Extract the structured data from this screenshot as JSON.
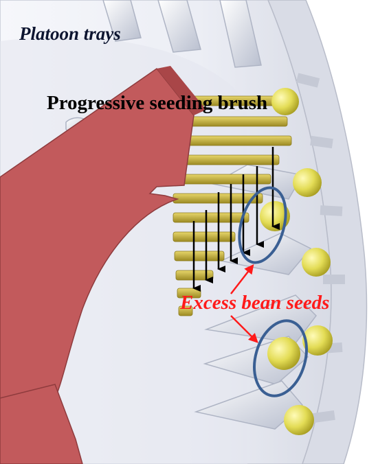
{
  "labels": {
    "platoon_trays": "Platoon trays",
    "seeding_brush": "Progressive seeding brush",
    "excess_seeds": "Excess bean seeds"
  },
  "colors": {
    "background": "#ffffff",
    "disc_light": "#eef0f6",
    "disc_shade": "#c9cdd8",
    "brush_body": "#c25a5c",
    "brush_bristles": "#c9b64a",
    "seed": "#e4de5a",
    "arrow": "#000000",
    "highlight_ellipse": "#3a5f93",
    "callout": "#ff1a1a"
  }
}
